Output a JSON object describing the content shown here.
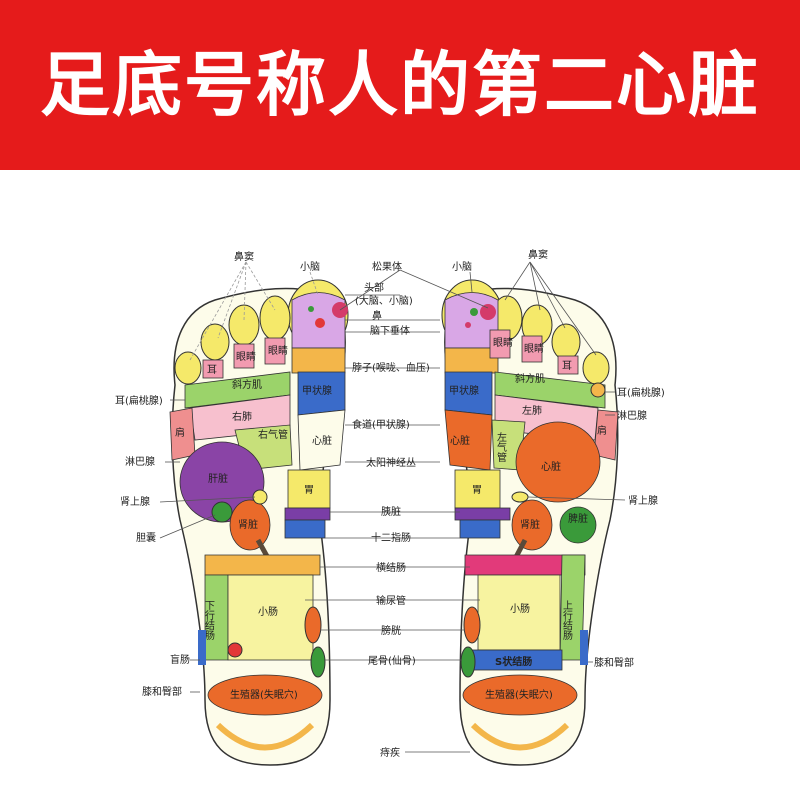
{
  "banner": {
    "title": "足底号称人的第二心脏",
    "bg_color": "#e51b1b"
  },
  "labels": {
    "nose_sinus_left": "鼻窦",
    "cerebellum_left": "小脑",
    "pineal": "松果体",
    "cerebellum_right": "小脑",
    "nose_sinus_right": "鼻窦",
    "head": "头部",
    "head_sub": "(大脑、小脑)",
    "nose": "鼻",
    "pituitary": "脑下垂体",
    "neck": "脖子(喉咙、血压)",
    "ear_tonsil_left": "耳(扁桃腺)",
    "ear_tonsil_right": "耳(扁桃腺)",
    "lymph_right": "淋巴腺",
    "esophagus": "食道(甲状腺)",
    "lymph_left": "淋巴腺",
    "solar_plexus": "太阳神经丛",
    "adrenal_left": "肾上腺",
    "adrenal_right": "肾上腺",
    "pancreas": "胰脏",
    "gallbladder": "胆囊",
    "duodenum": "十二指肠",
    "transverse_colon": "横结肠",
    "ureter": "输尿管",
    "bladder": "膀胱",
    "appendix": "盲肠",
    "coccyx": "尾骨(仙骨)",
    "knee_left": "膝和臀部",
    "knee_right": "膝和臀部",
    "hemorrhoids": "痔疾"
  },
  "zones": {
    "eye_l1": "眼睛",
    "eye_l2": "眼睛",
    "ear_l": "耳",
    "trapezius_l": "斜方肌",
    "lung_l": "右肺",
    "shoulder_l": "肩",
    "bronchus_l": "右气管",
    "thyroid_l": "甲状腺",
    "heart_l": "心脏",
    "liver": "肝脏",
    "stomach_l": "胃",
    "kidney_l": "肾脏",
    "descending_colon": "下行结肠",
    "small_int_l": "小肠",
    "reproductive_l": "生殖器(失眠穴)",
    "eye_r1": "眼睛",
    "eye_r2": "眼睛",
    "ear_r": "耳",
    "trapezius_r": "斜方肌",
    "lung_r": "左肺",
    "shoulder_r": "肩",
    "bronchus_r": "左气管",
    "thyroid_r": "甲状腺",
    "heart_r_small": "心脏",
    "heart_r": "心脏",
    "stomach_r": "胃",
    "kidney_r": "肾脏",
    "spleen": "脾脏",
    "ascending_colon": "上行结肠",
    "small_int_r": "小肠",
    "s_colon": "S状结肠",
    "reproductive_r": "生殖器(失眠穴)"
  }
}
